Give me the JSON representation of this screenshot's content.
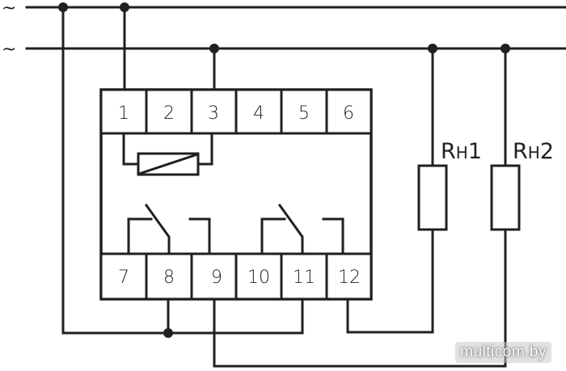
{
  "supply": {
    "line1_symbol": "~",
    "line2_symbol": "~"
  },
  "relay": {
    "top_terminals": [
      "1",
      "2",
      "3",
      "4",
      "5",
      "6"
    ],
    "bottom_terminals": [
      "7",
      "8",
      "9",
      "10",
      "11",
      "12"
    ],
    "coil": {
      "between_terminals": [
        "1",
        "3"
      ]
    },
    "contacts": [
      {
        "common": "8",
        "nc": "7",
        "no": "9"
      },
      {
        "common": "11",
        "nc": "10",
        "no": "12"
      }
    ]
  },
  "loads": [
    {
      "label_main": "R",
      "label_sub": "H",
      "label_index": "1",
      "name": "Rн1"
    },
    {
      "label_main": "R",
      "label_sub": "H",
      "label_index": "2",
      "name": "Rн2"
    }
  ],
  "watermark": "multicom.by",
  "colors": {
    "line": "#231f20",
    "background": "#ffffff"
  }
}
